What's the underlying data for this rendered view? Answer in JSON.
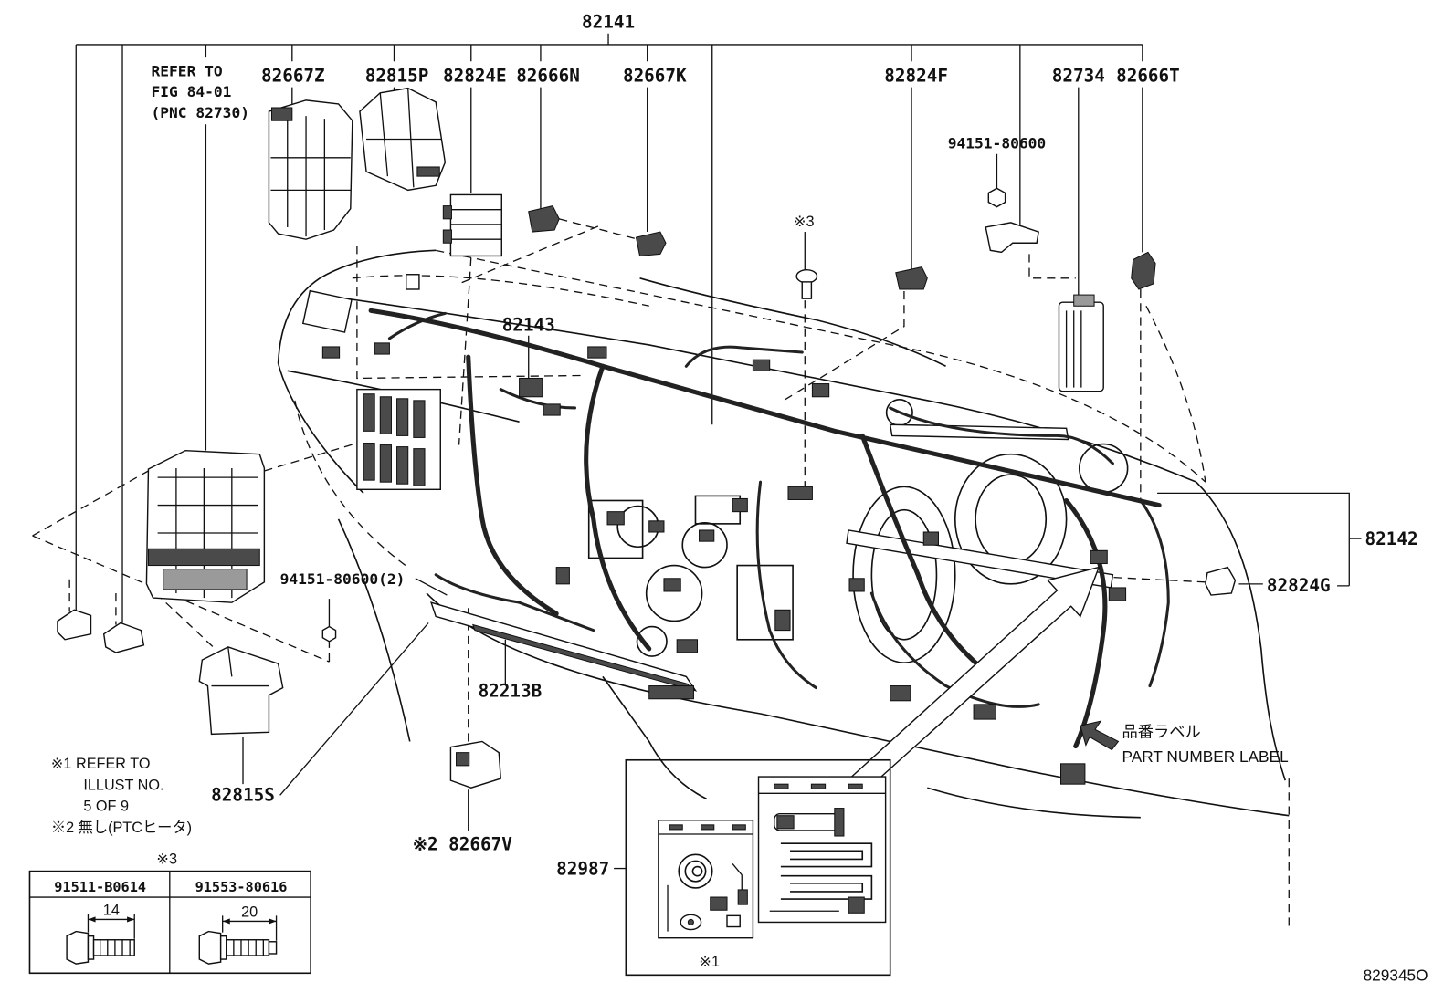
{
  "diagram": {
    "group_main": "82141",
    "refer_fig": [
      "REFER TO",
      "FIG 84-01",
      "(PNC 82730)"
    ],
    "top_parts": [
      "82667Z",
      "82815P",
      "82824E",
      "82666N",
      "82667K",
      "82824F",
      "82734",
      "82666T"
    ],
    "nut_upper": "94151-80600",
    "bolt_ref_upper": "※3",
    "sub_harness_upper": "82143",
    "sub_harness_right": "82142",
    "connector_right": "82824G",
    "nut_lower": "94151-80600(2)",
    "protector_lower": "82213B",
    "label_callout": {
      "jp": "品番ラベル",
      "en": "PART NUMBER LABEL"
    },
    "relay_bracket_lower": "82815S",
    "footnotes": [
      "※1 REFER TO",
      "ILLUST NO.",
      "5 OF 9",
      "※2 無し(PTCヒータ)"
    ],
    "connector_lower": "※2 82667V",
    "repair_kit": "82987",
    "repair_kit_note": "※1",
    "bolt_table": {
      "ref": "※3",
      "columns": [
        "91511-B0614",
        "91553-80616"
      ],
      "lengths": [
        "14",
        "20"
      ]
    },
    "illustration_code": "829345O"
  },
  "colors": {
    "line": "#111111",
    "background": "#ffffff"
  }
}
